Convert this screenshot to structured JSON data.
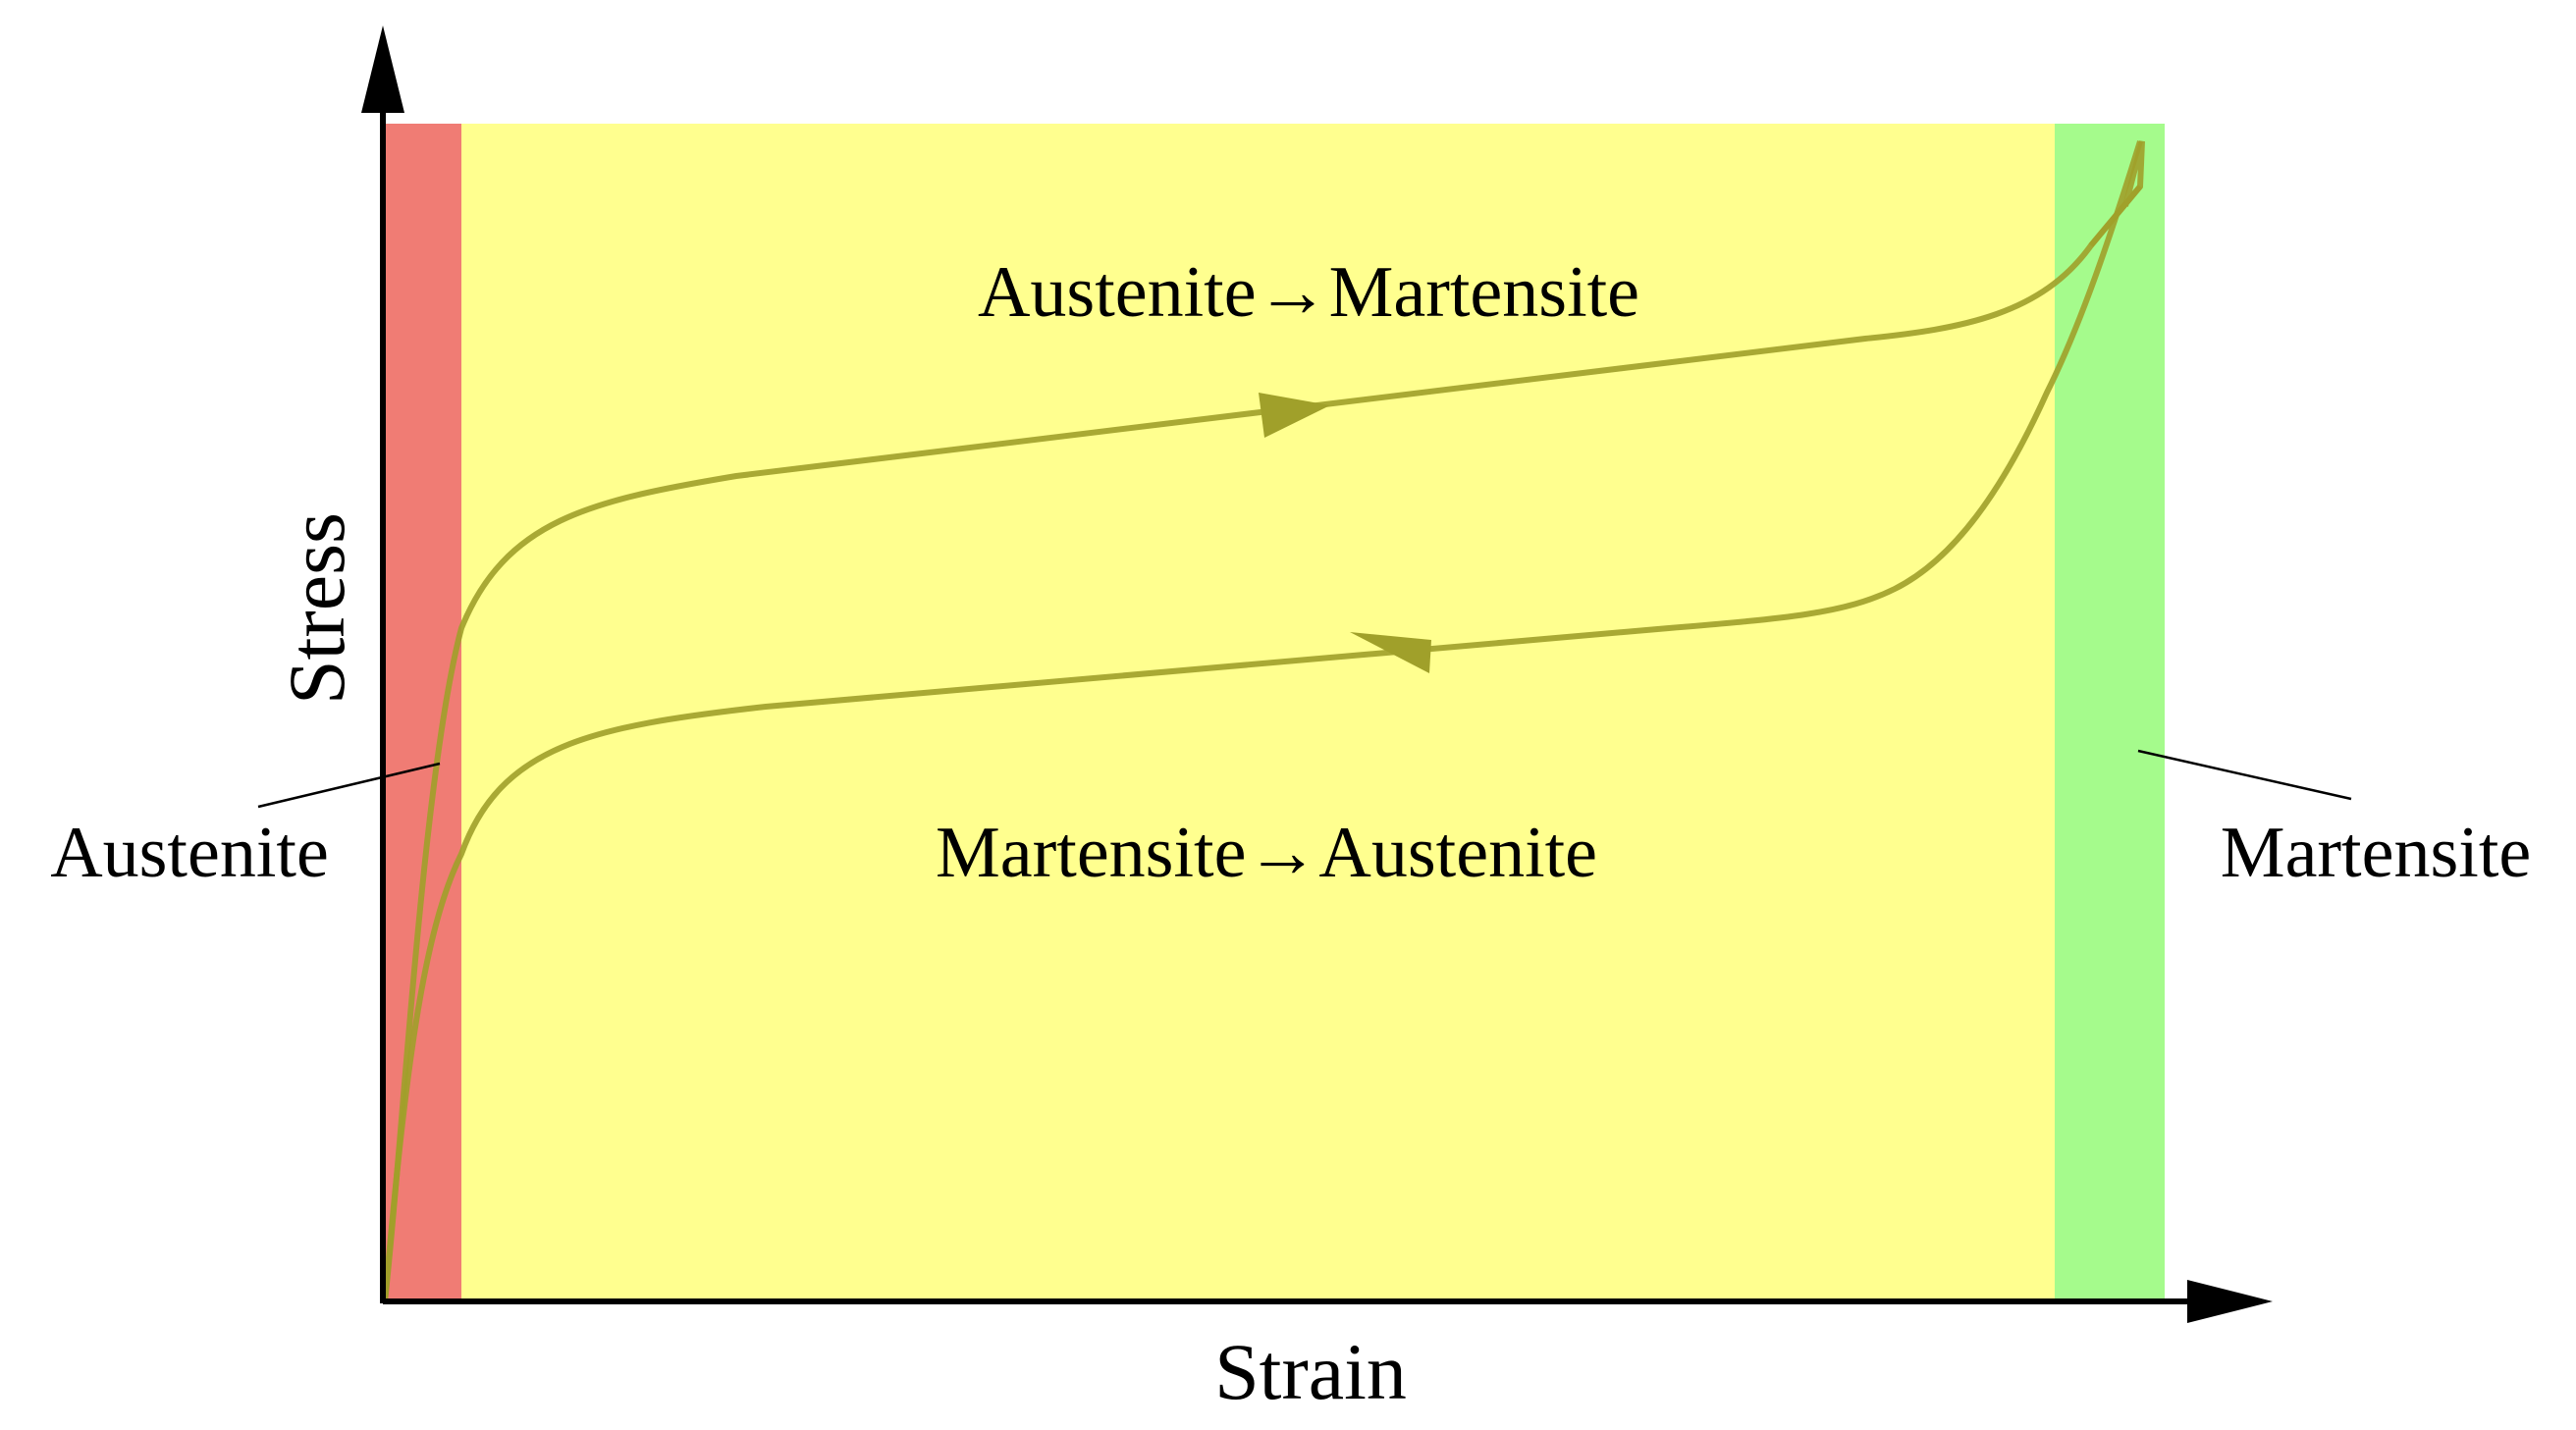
{
  "diagram": {
    "axis_labels": {
      "x": "Strain",
      "y": "Stress"
    },
    "regions": {
      "austenite": {
        "label": "Austenite",
        "color": "#f07c74"
      },
      "transformation": {
        "color": "#ffff8f"
      },
      "martensite": {
        "label": "Martensite",
        "color": "#a5fb8c"
      }
    },
    "transitions": {
      "loading": {
        "label": "Austenite→Martensite",
        "direction": "forward"
      },
      "unloading": {
        "label": "Martensite→Austenite",
        "direction": "reverse"
      }
    },
    "curve_color": "#a0a02a",
    "axis_color": "#000000"
  }
}
